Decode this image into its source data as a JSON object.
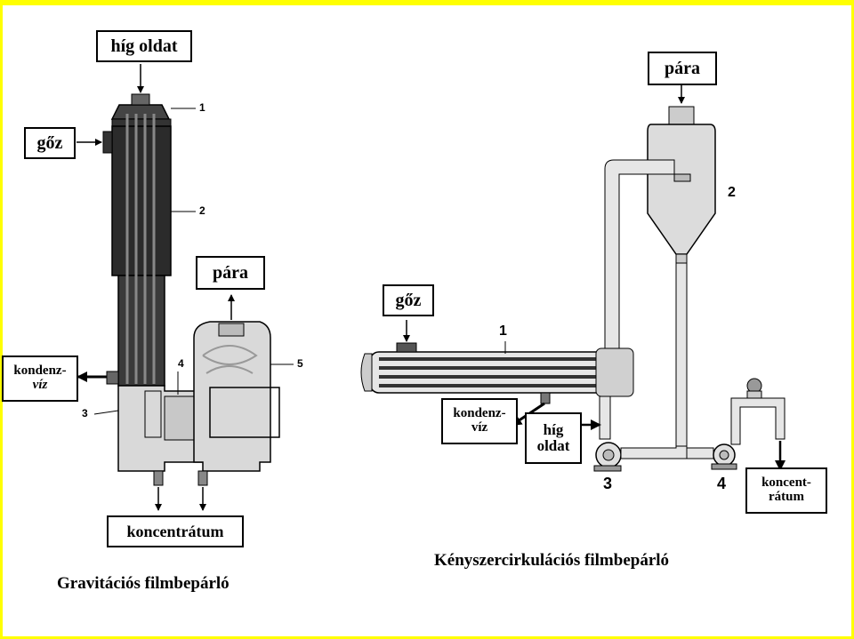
{
  "colors": {
    "frame": "#ffff00",
    "equipment_dark": "#2b2b2b",
    "equipment_light": "#d9d9d9",
    "outline": "#000000"
  },
  "left": {
    "caption": "Gravitációs filmbepárló",
    "labels": {
      "feed": "híg oldat",
      "steam": "gőz",
      "vapor": "pára",
      "condensate_line1": "kondenz-",
      "condensate_line2": "víz",
      "concentrate": "koncentrátum"
    },
    "part_numbers": [
      "1",
      "2",
      "3",
      "4",
      "5"
    ]
  },
  "right": {
    "caption": "Kényszercirkulációs filmbepárló",
    "labels": {
      "vapor": "pára",
      "steam": "gőz",
      "condensate_line1": "kondenz-",
      "condensate_line2": "víz",
      "feed_line1": "híg",
      "feed_line2": "oldat",
      "concentrate_line1": "koncent-",
      "concentrate_line2": "rátum"
    },
    "part_numbers": [
      "1",
      "2",
      "3",
      "4"
    ]
  }
}
